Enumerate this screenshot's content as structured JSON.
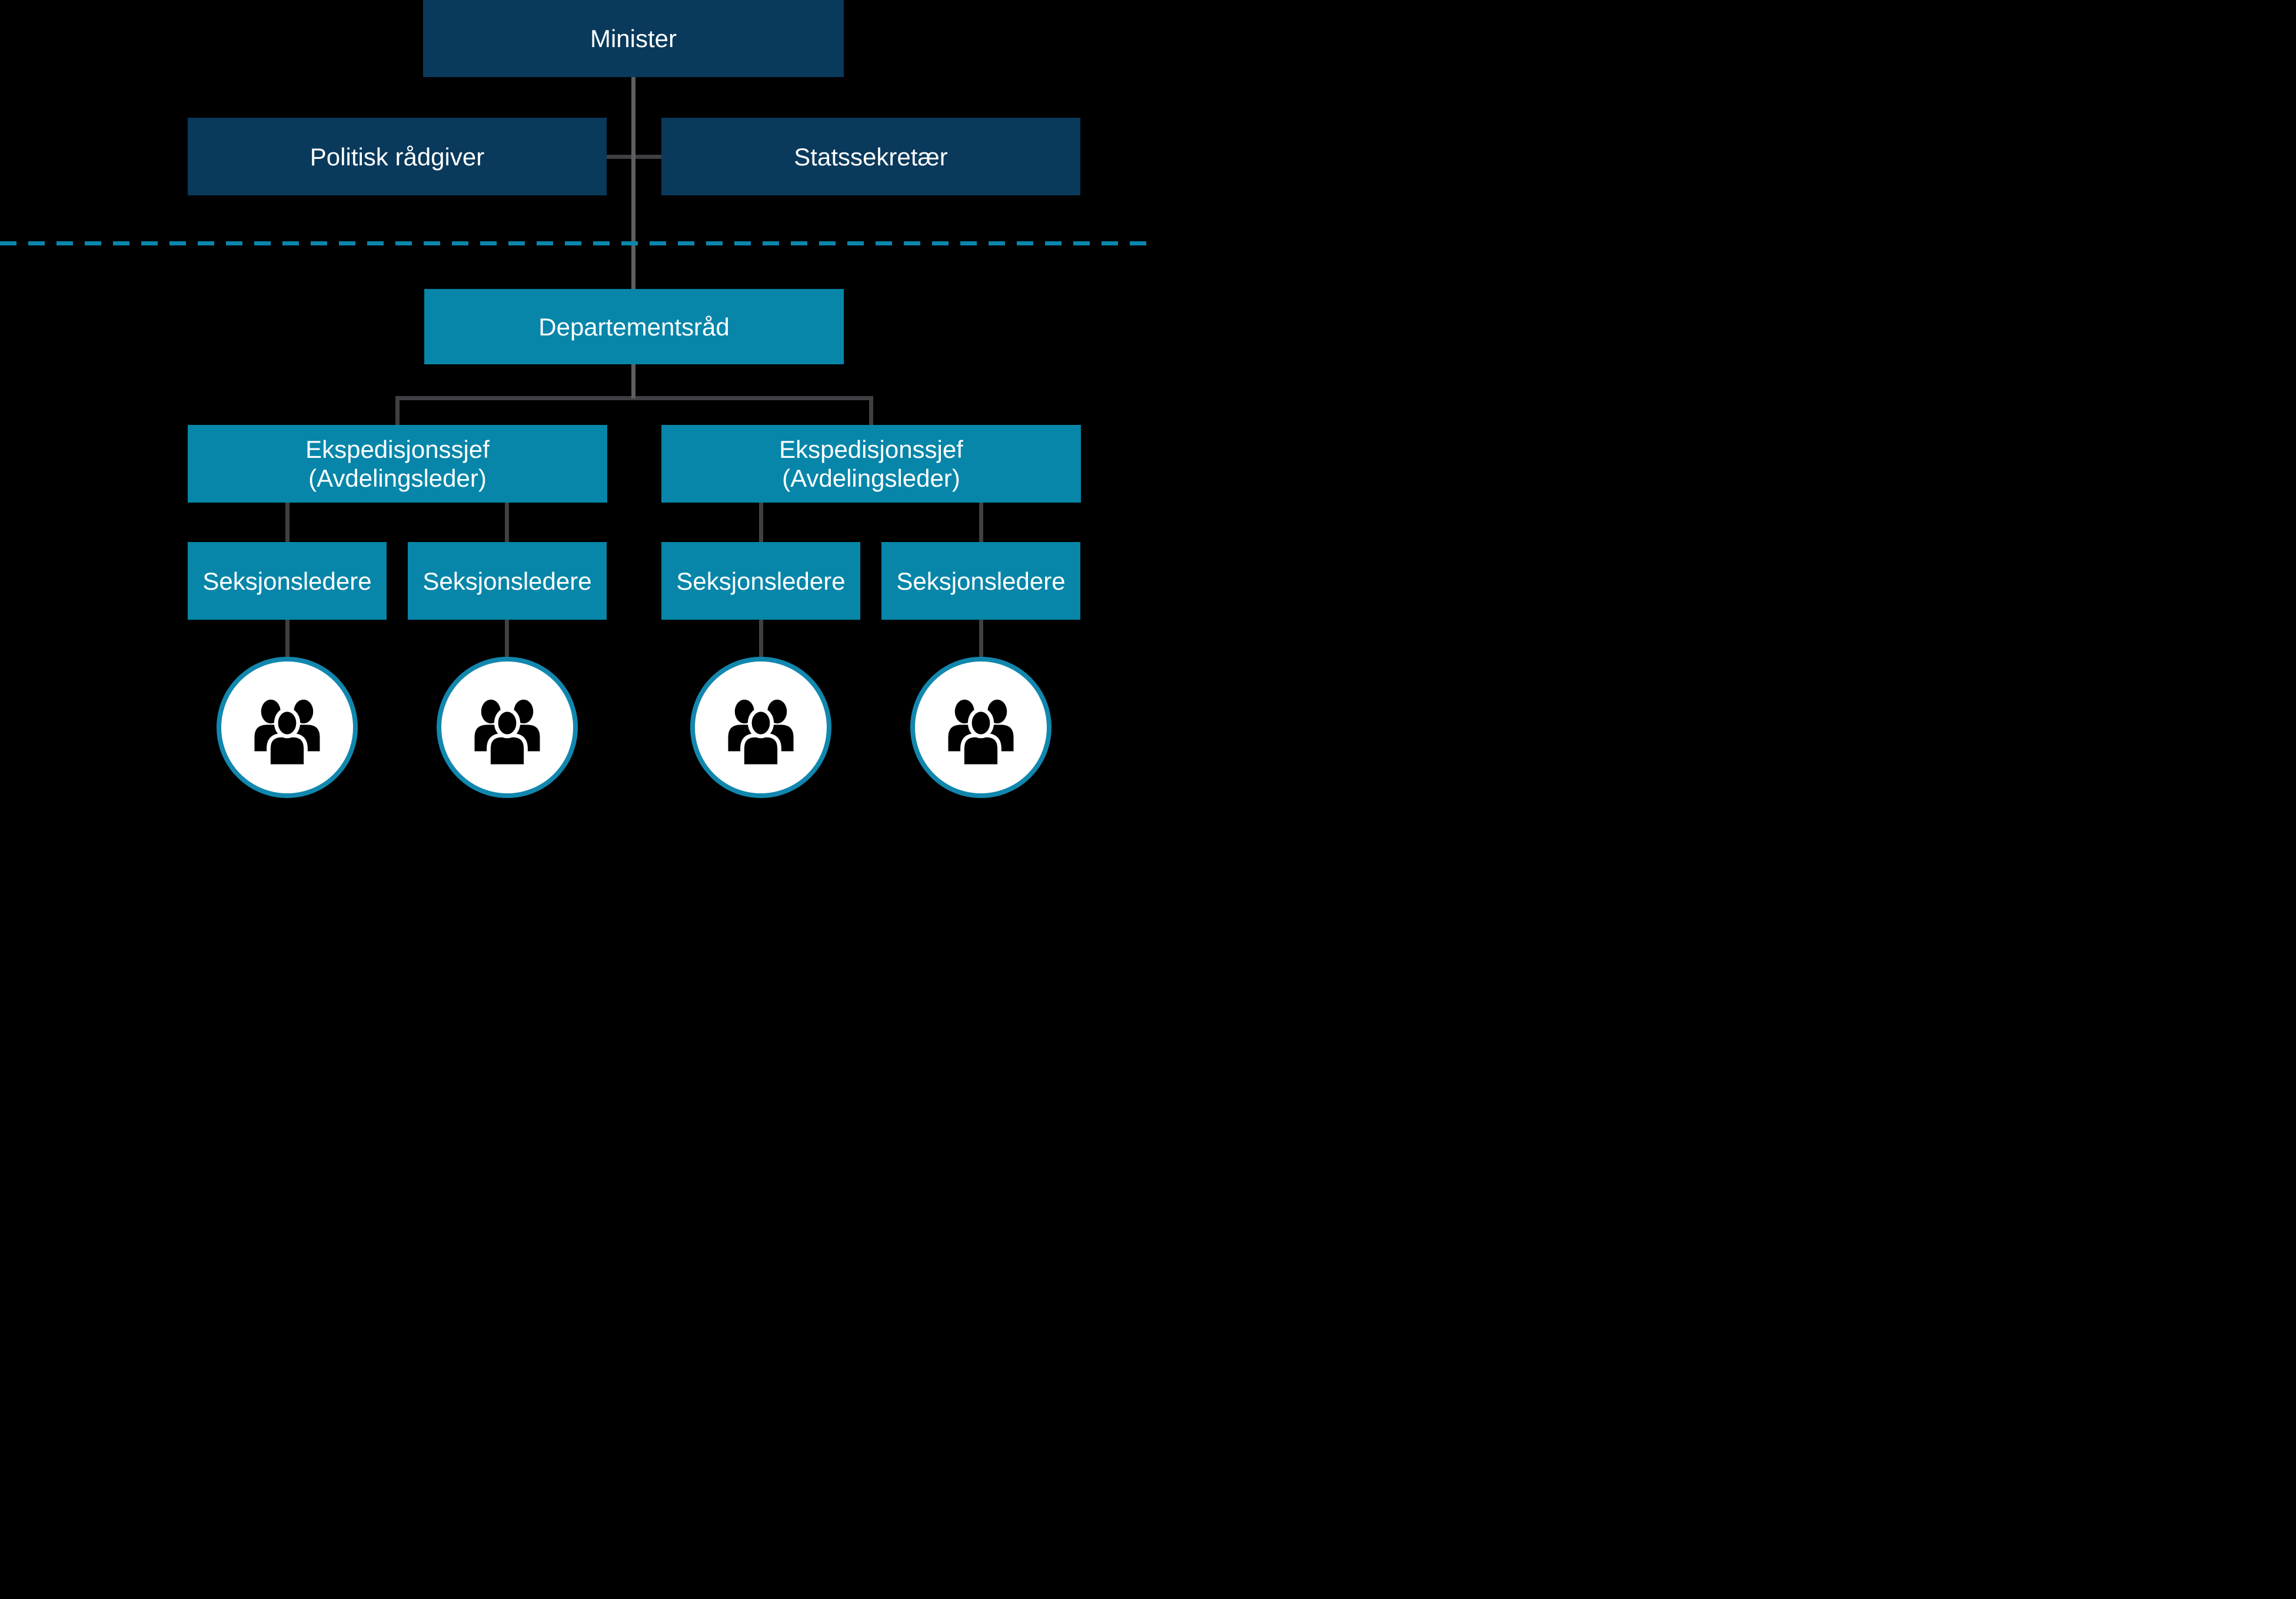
{
  "colors": {
    "background": "#000000",
    "navy": "#09395B",
    "teal": "#0786A9",
    "divider": "#0B86AC",
    "ring": "#1287AE",
    "spine": "#5D5F62",
    "branch": "#3E4044",
    "text": "#FFFFFF",
    "icon": "#000000",
    "circle_fill": "#FFFFFF"
  },
  "org": {
    "minister": {
      "label": "Minister"
    },
    "political_level": [
      {
        "label": "Politisk rådgiver"
      },
      {
        "label": "Statssekretær"
      }
    ],
    "departementsraad": {
      "label": "Departementsråd"
    },
    "avdelinger": [
      {
        "line1": "Ekspedisjonssjef",
        "line2": "(Avdelingsleder)"
      },
      {
        "line1": "Ekspedisjonssjef",
        "line2": "(Avdelingsleder)"
      }
    ],
    "seksjoner": [
      {
        "label": "Seksjonsledere"
      },
      {
        "label": "Seksjonsledere"
      },
      {
        "label": "Seksjonsledere"
      },
      {
        "label": "Seksjonsledere"
      }
    ],
    "staff_groups": [
      {
        "icon": "people-group-icon"
      },
      {
        "icon": "people-group-icon"
      },
      {
        "icon": "people-group-icon"
      },
      {
        "icon": "people-group-icon"
      }
    ]
  }
}
